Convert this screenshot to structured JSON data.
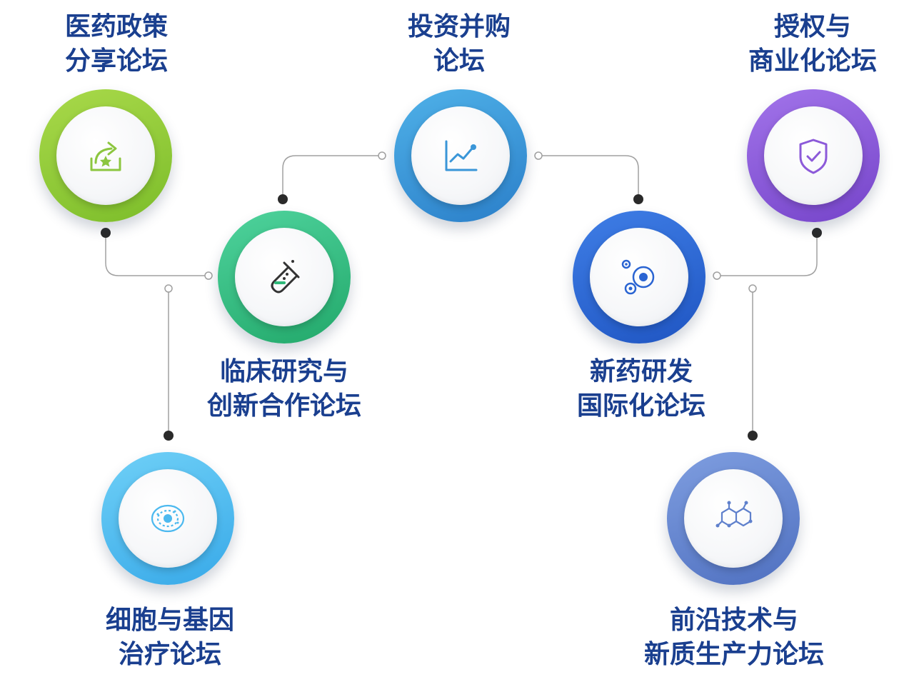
{
  "nodes": [
    {
      "id": "policy",
      "lines": [
        "医药政策",
        "分享论坛"
      ],
      "icon": "share-star-icon",
      "color": "#8cc63f"
    },
    {
      "id": "clinical",
      "lines": [
        "临床研究与",
        "创新合作论坛"
      ],
      "icon": "test-tube-icon",
      "color": "#2fb97a"
    },
    {
      "id": "investment",
      "lines": [
        "投资并购",
        "论坛"
      ],
      "icon": "line-chart-icon",
      "color": "#3a96d8"
    },
    {
      "id": "intl",
      "lines": [
        "新药研发",
        "国际化论坛"
      ],
      "icon": "cells-icon",
      "color": "#2a64d2"
    },
    {
      "id": "licensing",
      "lines": [
        "授权与",
        "商业化论坛"
      ],
      "icon": "shield-check-icon",
      "color": "#8c5ad9"
    },
    {
      "id": "cell-gene",
      "lines": [
        "细胞与基因",
        "治疗论坛"
      ],
      "icon": "cell-icon",
      "color": "#4cb9ef"
    },
    {
      "id": "frontier",
      "lines": [
        "前沿技术与",
        "新质生产力论坛"
      ],
      "icon": "molecule-icon",
      "color": "#5f80cc"
    }
  ],
  "colors": {
    "label": "#1a3f8f",
    "connector": "#9a9a9a",
    "dot": "#2a2a2a"
  }
}
